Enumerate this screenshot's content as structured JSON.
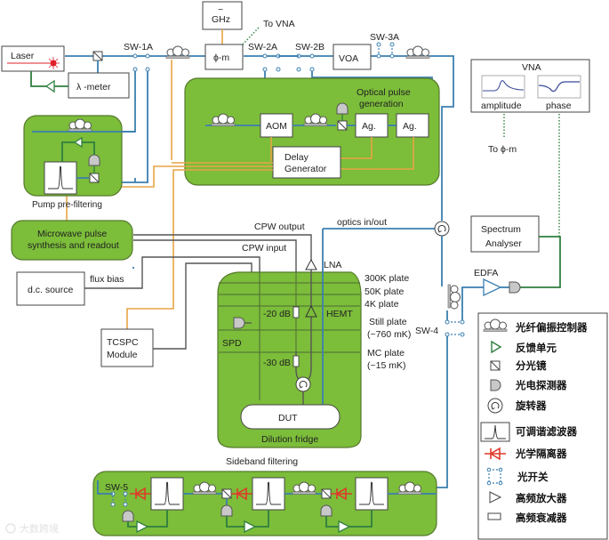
{
  "diagram": {
    "blocks": {
      "laser": "Laser",
      "lambda_meter": "λ -meter",
      "ghz_symbol": "~",
      "ghz": "GHz",
      "phase_mod": "ϕ-m",
      "to_vna": "To VNA",
      "voa": "VOA",
      "aom": "AOM",
      "ag1": "Ag.",
      "ag2": "Ag.",
      "delay_gen_1": "Delay",
      "delay_gen_2": "Generator",
      "optical_pulse_1": "Optical pulse",
      "optical_pulse_2": "generation",
      "pump_prefiltering": "Pump pre-filtering",
      "microwave_1": "Microwave pulse",
      "microwave_2": "synthesis and readout",
      "dc_source": "d.c. source",
      "flux_bias": "flux bias",
      "tcspc_1": "TCSPC",
      "tcspc_2": "Module",
      "cpw_output": "CPW output",
      "cpw_input": "CPW input",
      "optics_inout": "optics in/out",
      "lna": "LNA",
      "hemt": "HEMT",
      "att_20": "-20 dB",
      "att_30": "-30 dB",
      "spd": "SPD",
      "dut": "DUT",
      "dilution_fridge": "Dilution fridge",
      "plate_300k": "300K plate",
      "plate_50k": "50K plate",
      "plate_4k": "4K plate",
      "still_plate_1": "Still plate",
      "still_plate_2": "(~760 mK)",
      "mc_plate_1": "MC plate",
      "mc_plate_2": "(~15 mK)",
      "vna_title": "VNA",
      "vna_amplitude": "amplitude",
      "vna_phase": "phase",
      "to_phase_mod": "To  ϕ-m",
      "spectrum_1": "Spectrum",
      "spectrum_2": "Analyser",
      "edfa": "EDFA",
      "sideband_filtering": "Sideband filtering"
    },
    "switches": {
      "sw1a": "SW-1A",
      "sw2a": "SW-2A",
      "sw2b": "SW-2B",
      "sw3a": "SW-3A",
      "sw4": "SW-4",
      "sw5": "SW-5"
    },
    "legend": [
      {
        "icon": "polarization-controller-icon",
        "label": "光纤偏振控制器"
      },
      {
        "icon": "feedback-unit-icon",
        "label": "反馈单元"
      },
      {
        "icon": "beam-splitter-icon",
        "label": "分光镜"
      },
      {
        "icon": "photodetector-icon",
        "label": "光电探测器"
      },
      {
        "icon": "circulator-icon",
        "label": "旋转器"
      },
      {
        "icon": "tunable-filter-icon",
        "label": "可调谐滤波器"
      },
      {
        "icon": "optical-isolator-icon",
        "label": "光学隔离器"
      },
      {
        "icon": "optical-switch-icon",
        "label": "光开关"
      },
      {
        "icon": "rf-amplifier-icon",
        "label": "高频放大器"
      },
      {
        "icon": "rf-attenuator-icon",
        "label": "高频衰减器"
      }
    ],
    "watermark": "大数跨境",
    "colors": {
      "panel_green": "#7cbd3a",
      "fiber_blue": "#3b7fb0",
      "feedback_green": "#2f7f3f",
      "microwave_orange": "#e8a444",
      "isolator_red": "#e03a2a",
      "laser_red": "#e0202a"
    }
  }
}
